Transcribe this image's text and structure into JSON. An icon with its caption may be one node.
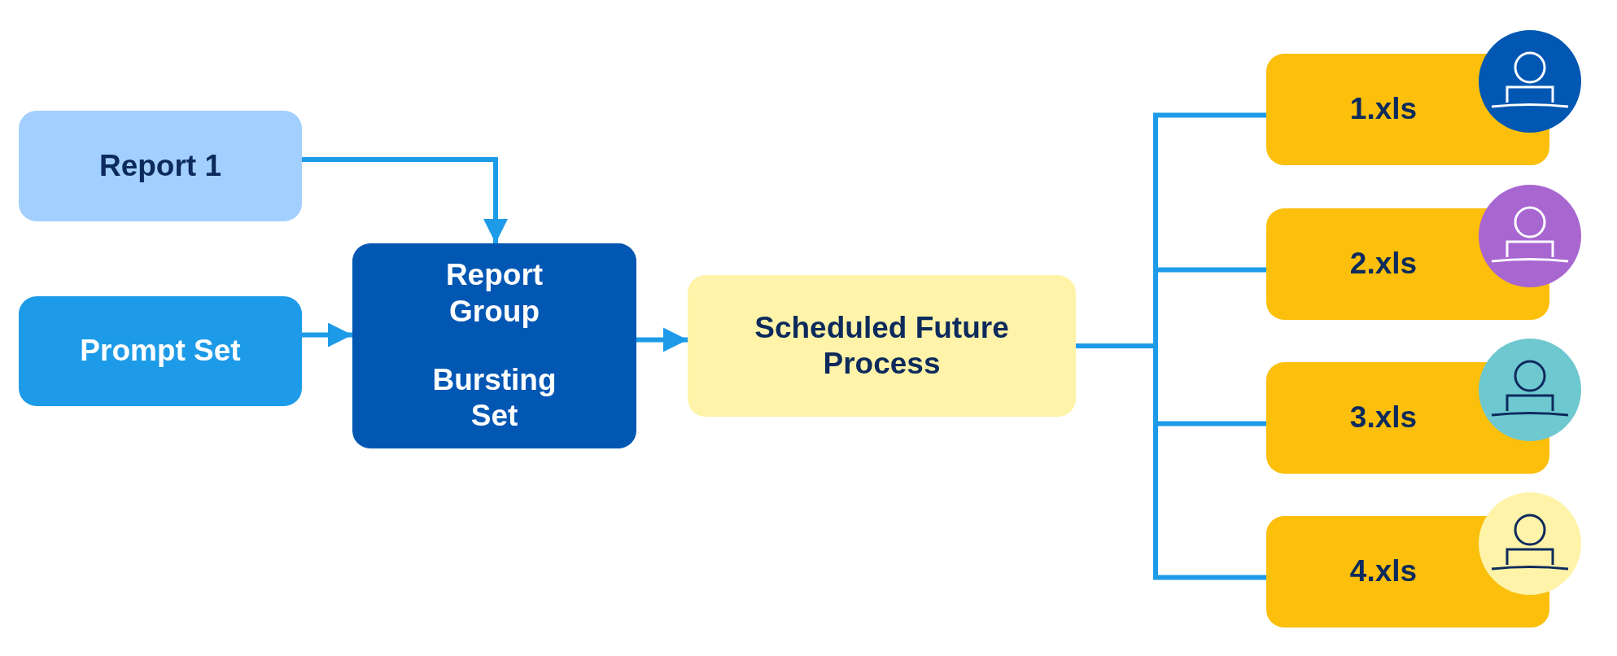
{
  "diagram": {
    "nodes": [
      {
        "text": [
          "Report 1"
        ]
      },
      {
        "text": [
          "Prompt Set"
        ]
      },
      {
        "text": [
          "Report Group",
          "Bursting Set"
        ]
      },
      {
        "text": [
          "Scheduled Future Process"
        ]
      },
      {
        "text": [
          "1.xls"
        ]
      },
      {
        "text": [
          "2.xls"
        ]
      },
      {
        "text": [
          "3.xls"
        ]
      },
      {
        "text": [
          "4.xls"
        ]
      }
    ],
    "edges": [
      {
        "from": 0,
        "to": 2,
        "arrow": "to"
      },
      {
        "from": 1,
        "to": 2,
        "arrow": "to"
      },
      {
        "from": 2,
        "to": 3,
        "arrow": "to"
      },
      {
        "from": 3,
        "to": 4,
        "arrow": "none"
      },
      {
        "from": 3,
        "to": 5,
        "arrow": "none"
      },
      {
        "from": 3,
        "to": 6,
        "arrow": "none"
      },
      {
        "from": 3,
        "to": 7,
        "arrow": "none"
      }
    ]
  }
}
